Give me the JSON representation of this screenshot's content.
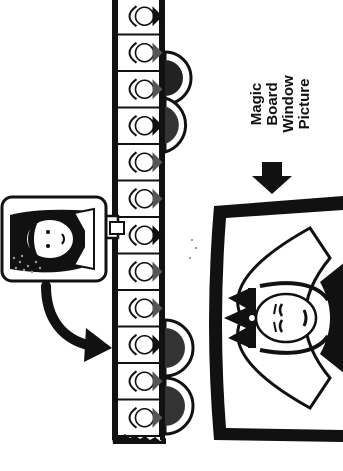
{
  "caption": {
    "lines": [
      "Magic",
      "Board",
      "Window",
      "Picture"
    ]
  },
  "icons": {
    "film_strip": "film-strip-icon",
    "frame_thumbnail": "snow-white-thumbnail-icon",
    "insert_arrow": "curved-arrow-icon",
    "down_arrow": "down-arrow-icon",
    "window_picture": "queen-portrait-icon"
  },
  "colors": {
    "ink": "#111111",
    "paper": "#ffffff",
    "stipple": "#9a9a9a"
  }
}
